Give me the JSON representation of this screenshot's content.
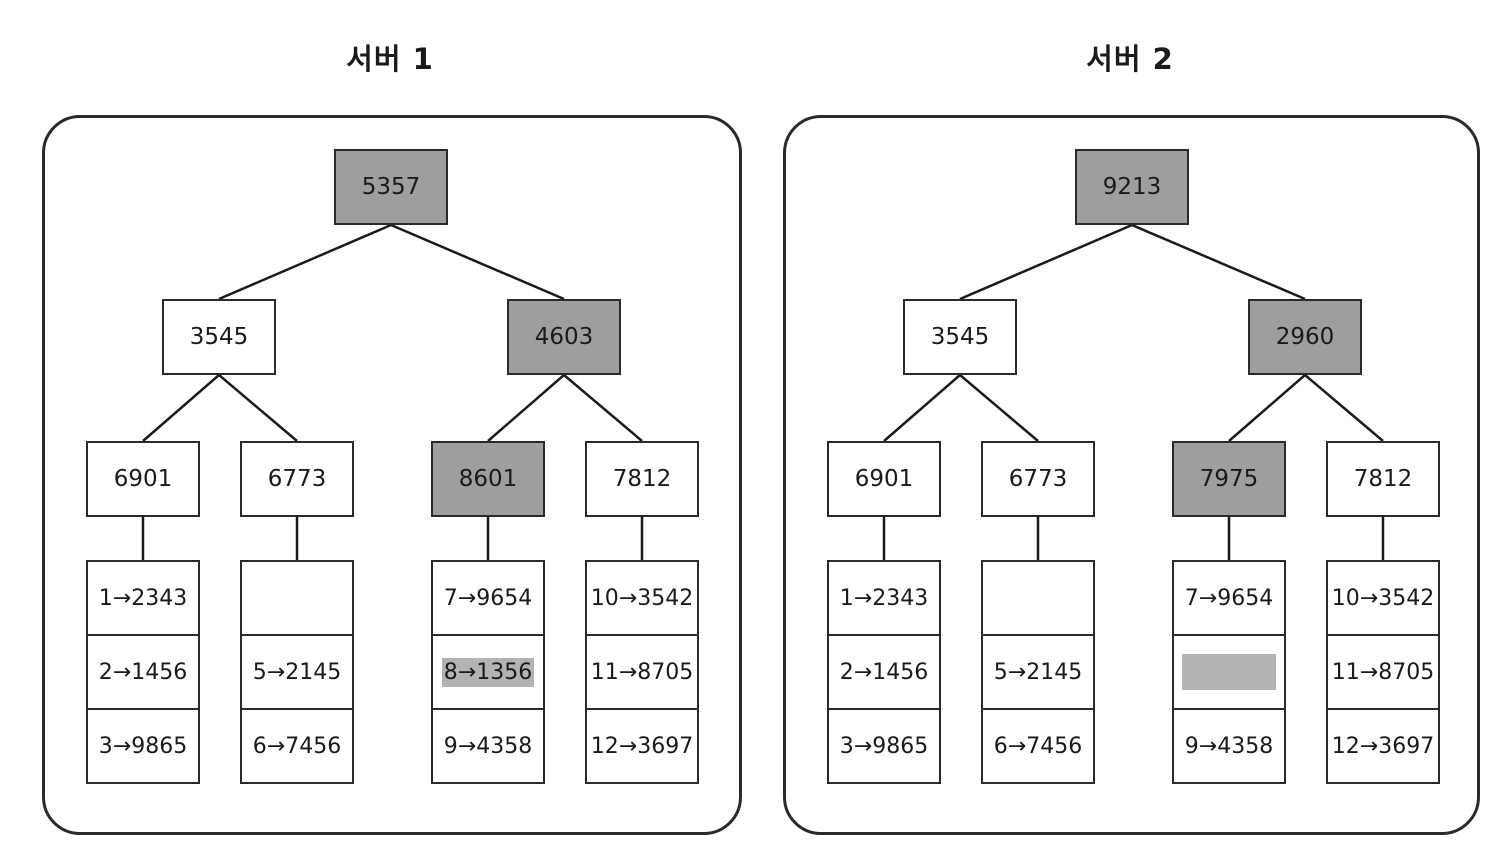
{
  "servers": [
    {
      "title": "서버 1",
      "root": {
        "label": "5357",
        "highlight": true
      },
      "level1": [
        {
          "label": "3545",
          "highlight": false
        },
        {
          "label": "4603",
          "highlight": true
        }
      ],
      "level2": [
        {
          "label": "6901",
          "highlight": false
        },
        {
          "label": "6773",
          "highlight": false
        },
        {
          "label": "8601",
          "highlight": true
        },
        {
          "label": "7812",
          "highlight": false
        }
      ],
      "buckets": [
        [
          {
            "text": "1→2343"
          },
          {
            "text": "2→1456"
          },
          {
            "text": "3→9865"
          }
        ],
        [
          {
            "text": ""
          },
          {
            "text": "5→2145"
          },
          {
            "text": "6→7456"
          }
        ],
        [
          {
            "text": "7→9654"
          },
          {
            "text": "8→1356",
            "highlight": true
          },
          {
            "text": "9→4358"
          }
        ],
        [
          {
            "text": "10→3542"
          },
          {
            "text": "11→8705"
          },
          {
            "text": "12→3697"
          }
        ]
      ]
    },
    {
      "title": "서버 2",
      "root": {
        "label": "9213",
        "highlight": true
      },
      "level1": [
        {
          "label": "3545",
          "highlight": false
        },
        {
          "label": "2960",
          "highlight": true
        }
      ],
      "level2": [
        {
          "label": "6901",
          "highlight": false
        },
        {
          "label": "6773",
          "highlight": false
        },
        {
          "label": "7975",
          "highlight": true
        },
        {
          "label": "7812",
          "highlight": false
        }
      ],
      "buckets": [
        [
          {
            "text": "1→2343"
          },
          {
            "text": "2→1456"
          },
          {
            "text": "3→9865"
          }
        ],
        [
          {
            "text": ""
          },
          {
            "text": "5→2145"
          },
          {
            "text": "6→7456"
          }
        ],
        [
          {
            "text": "7→9654"
          },
          {
            "text": "",
            "highlight": true
          },
          {
            "text": "9→4358"
          }
        ],
        [
          {
            "text": "10→3542"
          },
          {
            "text": "11→8705"
          },
          {
            "text": "12→3697"
          }
        ]
      ]
    }
  ]
}
